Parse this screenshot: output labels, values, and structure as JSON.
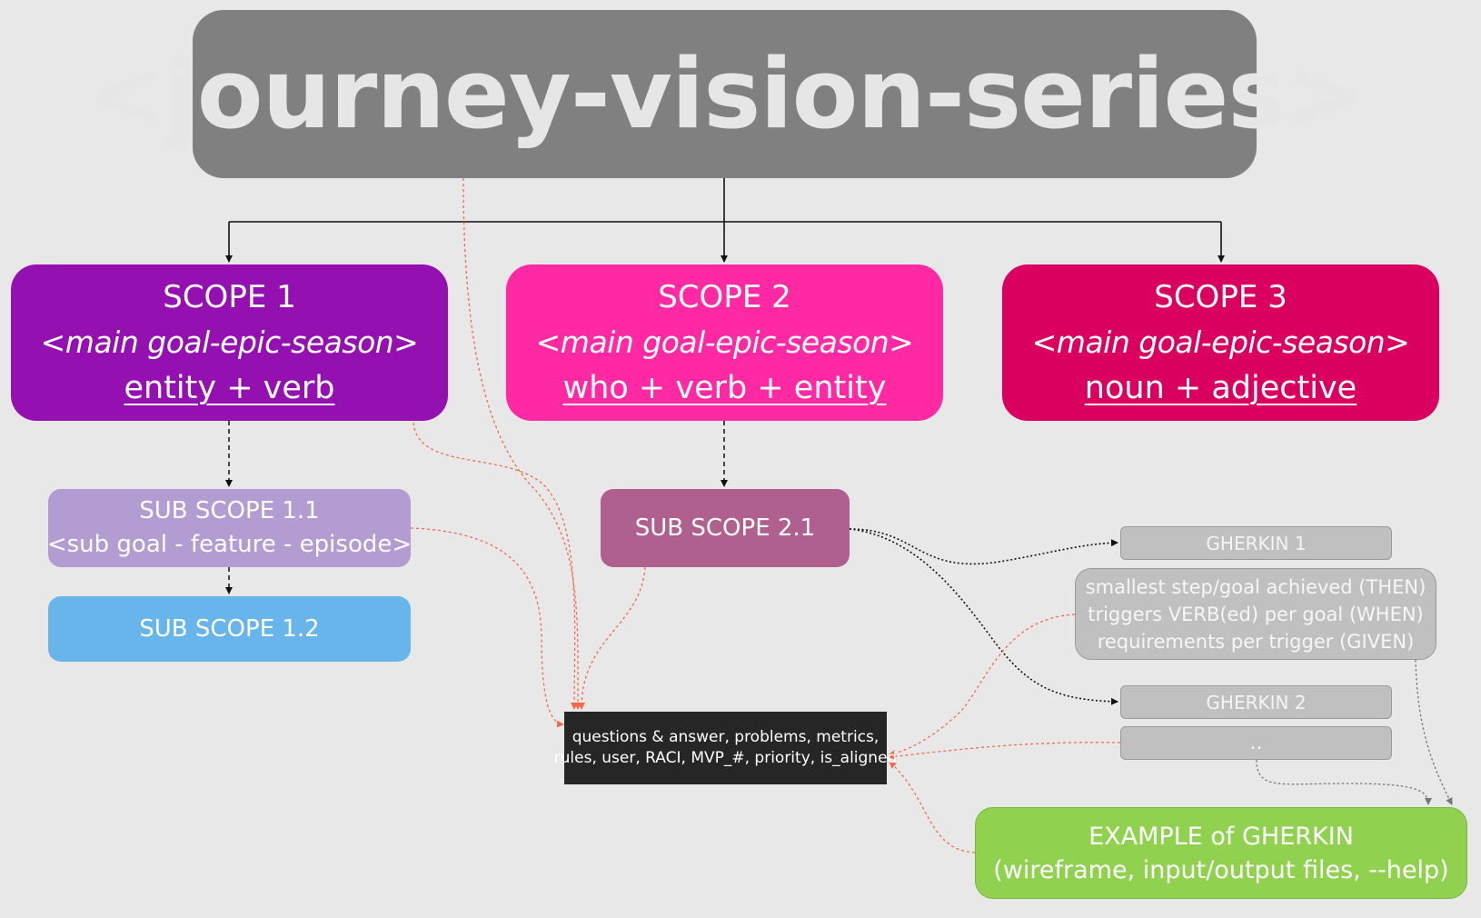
{
  "title": "<journey-vision-series>",
  "scopes": [
    {
      "label": "SCOPE 1",
      "subtitle": "<main goal-epic-season>",
      "formula": "entity + verb"
    },
    {
      "label": "SCOPE 2",
      "subtitle": "<main goal-epic-season>",
      "formula": "who + verb + entity"
    },
    {
      "label": "SCOPE 3",
      "subtitle": "<main goal-epic-season>",
      "formula": "noun + adjective"
    }
  ],
  "sub_scopes": {
    "s1_1": {
      "label": "SUB SCOPE 1.1",
      "subtitle": "<sub goal - feature - episode>"
    },
    "s1_2": {
      "label": "SUB SCOPE 1.2"
    },
    "s2_1": {
      "label": "SUB SCOPE 2.1"
    }
  },
  "gherkin": {
    "g1": "GHERKIN 1",
    "description": [
      "smallest step/goal achieved (THEN)",
      "triggers VERB(ed) per goal (WHEN)",
      "requirements per trigger (GIVEN)"
    ],
    "g2": "GHERKIN 2",
    "more": ".."
  },
  "attributes": {
    "line1": "questions & answer, problems, metrics,",
    "line2": "rules, user, RACI, MVP_#, priority, is_aligned"
  },
  "example": {
    "line1": "EXAMPLE of GHERKIN",
    "line2": "(wireframe, input/output files, --help)"
  },
  "colors": {
    "title_bg": "#808080",
    "scope1": "#9510b0",
    "scope2": "#ff29a3",
    "scope3": "#d9005f",
    "sub1_1": "#b29cd2",
    "sub1_2": "#68b5ec",
    "sub2_1": "#b0608f",
    "gherkin": "#c0c0c0",
    "attributes_bg": "#262626",
    "example_bg": "#90d24f",
    "link_red": "#f26a4b"
  }
}
